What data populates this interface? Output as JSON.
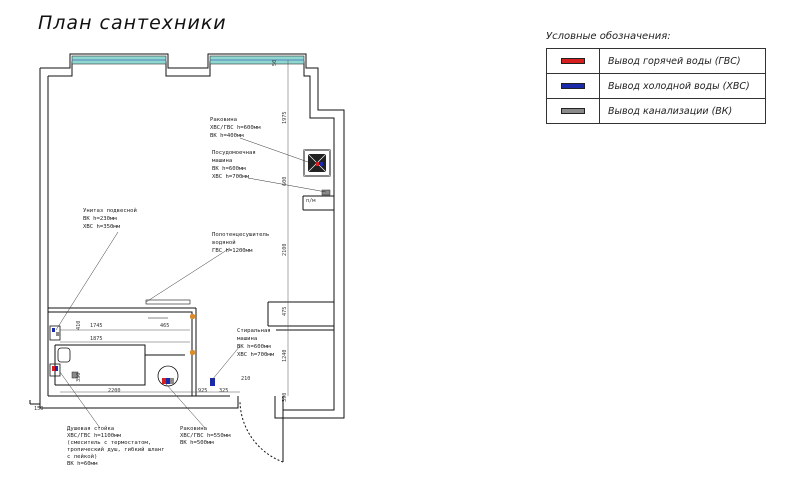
{
  "title": "План сантехники",
  "legend": {
    "title": "Условные обозначения:",
    "items": [
      {
        "label": "Вывод горячей воды (ГВС)",
        "color": "#d62020"
      },
      {
        "label": "Вывод холодной воды (ХВС)",
        "color": "#1a2aa8"
      },
      {
        "label": "Вывод канализации (ВК)",
        "color": "#8a8a8a"
      }
    ]
  },
  "annotations": {
    "sink_kitchen": [
      "Раковина",
      "ХВС/ГВС h=600мм",
      "ВК h=400мм"
    ],
    "dishwasher": [
      "Посудомоечная",
      "машина",
      "ВК h=600мм",
      "ХВС h=700мм"
    ],
    "toilet": [
      "Унитаз подвесной",
      "ВК h=230мм",
      "ХВС h=350мм"
    ],
    "towel_rail": [
      "Полотенцесушитель",
      "водяной",
      "ГВС h=1200мм"
    ],
    "washer": [
      "Стиральная",
      "машина",
      "ВК h=600мм",
      "ХВС h=700мм"
    ],
    "shower": [
      "Душевая стойка",
      "ХВС/ГВС h=1100мм",
      "(смеситель с термостатом,",
      "тропический душ, гибкий шланг",
      "с лейкой)",
      "ВК h=60мм"
    ],
    "sink_bath": [
      "Раковина",
      "ХВС/ГВС h=550мм",
      "ВК h=500мм"
    ]
  },
  "dimensions": {
    "d50": "50",
    "d1975": "1975",
    "d600": "600",
    "d2100": "2100",
    "d475": "475",
    "d1240": "1240",
    "d390": "390",
    "d1745": "1745",
    "d465": "465",
    "d1875": "1875",
    "d410": "410",
    "d350": "350",
    "d2200": "2200",
    "d925": "925",
    "d325": "325",
    "d210": "210",
    "d150": "150",
    "pm": "п/м"
  },
  "colors": {
    "hot": "#d62020",
    "cold": "#1a2aa8",
    "sewer": "#8a8a8a",
    "orange": "#d98a2a",
    "window": "#8fd8d0",
    "line": "#111111"
  }
}
